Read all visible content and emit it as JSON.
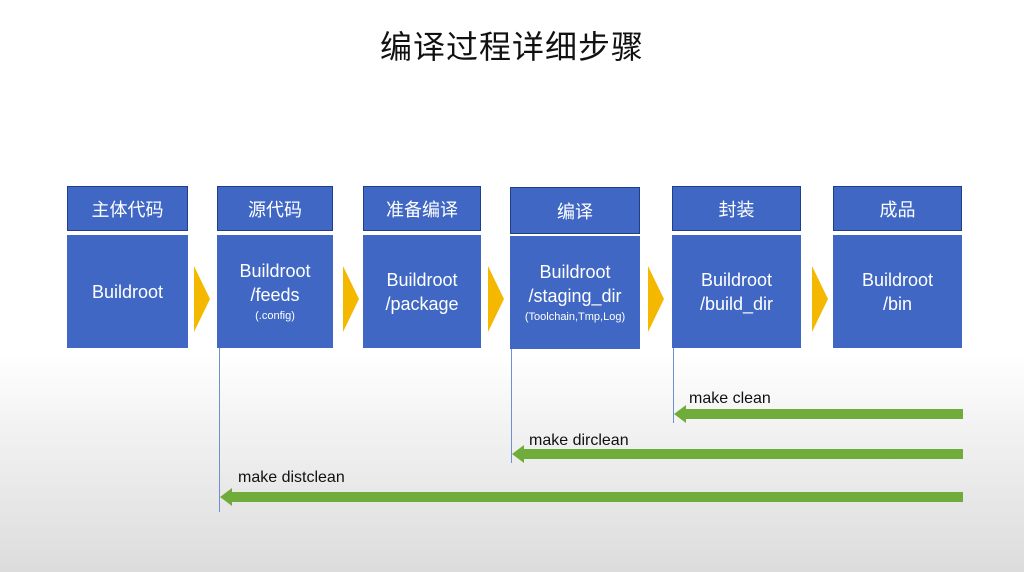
{
  "title": "编译过程详细步骤",
  "columns": [
    {
      "header": "主体代码",
      "lines": [
        "Buildroot"
      ],
      "note": ""
    },
    {
      "header": "源代码",
      "lines": [
        "Buildroot",
        "/feeds"
      ],
      "note": "(.config)"
    },
    {
      "header": "准备编译",
      "lines": [
        "Buildroot",
        "/package"
      ],
      "note": ""
    },
    {
      "header": "编译",
      "lines": [
        "Buildroot",
        "/staging_dir"
      ],
      "note": "(Toolchain,Tmp,Log)"
    },
    {
      "header": "封装",
      "lines": [
        "Buildroot",
        "/build_dir"
      ],
      "note": ""
    },
    {
      "header": "成品",
      "lines": [
        "Buildroot",
        "/bin"
      ],
      "note": ""
    }
  ],
  "commands": [
    {
      "label": "make clean",
      "from_column": 5
    },
    {
      "label": "make dirclean",
      "from_column": 4
    },
    {
      "label": "make distclean",
      "from_column": 2
    }
  ],
  "colors": {
    "box_fill": "#3f67c3",
    "box_border": "#1f3f8a",
    "chevron": "#f5b800",
    "arrow": "#6fac3a",
    "guide_line": "#6f8fd0"
  },
  "icons": {
    "flow_chevron": "chevron-right-icon",
    "command_arrow": "arrow-left-icon"
  }
}
